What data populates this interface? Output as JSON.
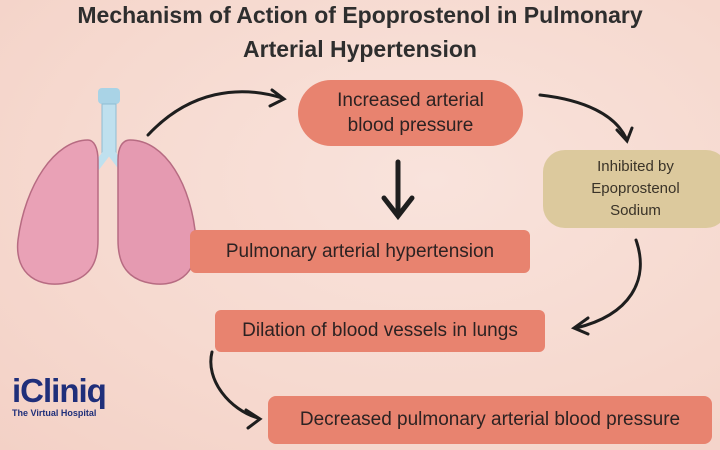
{
  "title": {
    "line1": "Mechanism of Action of Epoprostenol in Pulmonary",
    "line2": "Arterial Hypertension"
  },
  "nodes": {
    "increased_bp": {
      "line1": "Increased arterial",
      "line2": "blood pressure"
    },
    "pah": "Pulmonary arterial hypertension",
    "inhibited": {
      "line1": "Inhibited by",
      "line2": "Epoprostenol",
      "line3": "Sodium"
    },
    "dilation": "Dilation of blood vessels in lungs",
    "decreased": "Decreased pulmonary arterial blood pressure"
  },
  "logo": {
    "brand": "iCliniq",
    "tagline": "The Virtual Hospital"
  },
  "colors": {
    "salmon": "#e8836f",
    "tan": "#dcc99d",
    "logo_blue": "#1f2f7a",
    "plus_cyan": "#2ab3e6"
  }
}
